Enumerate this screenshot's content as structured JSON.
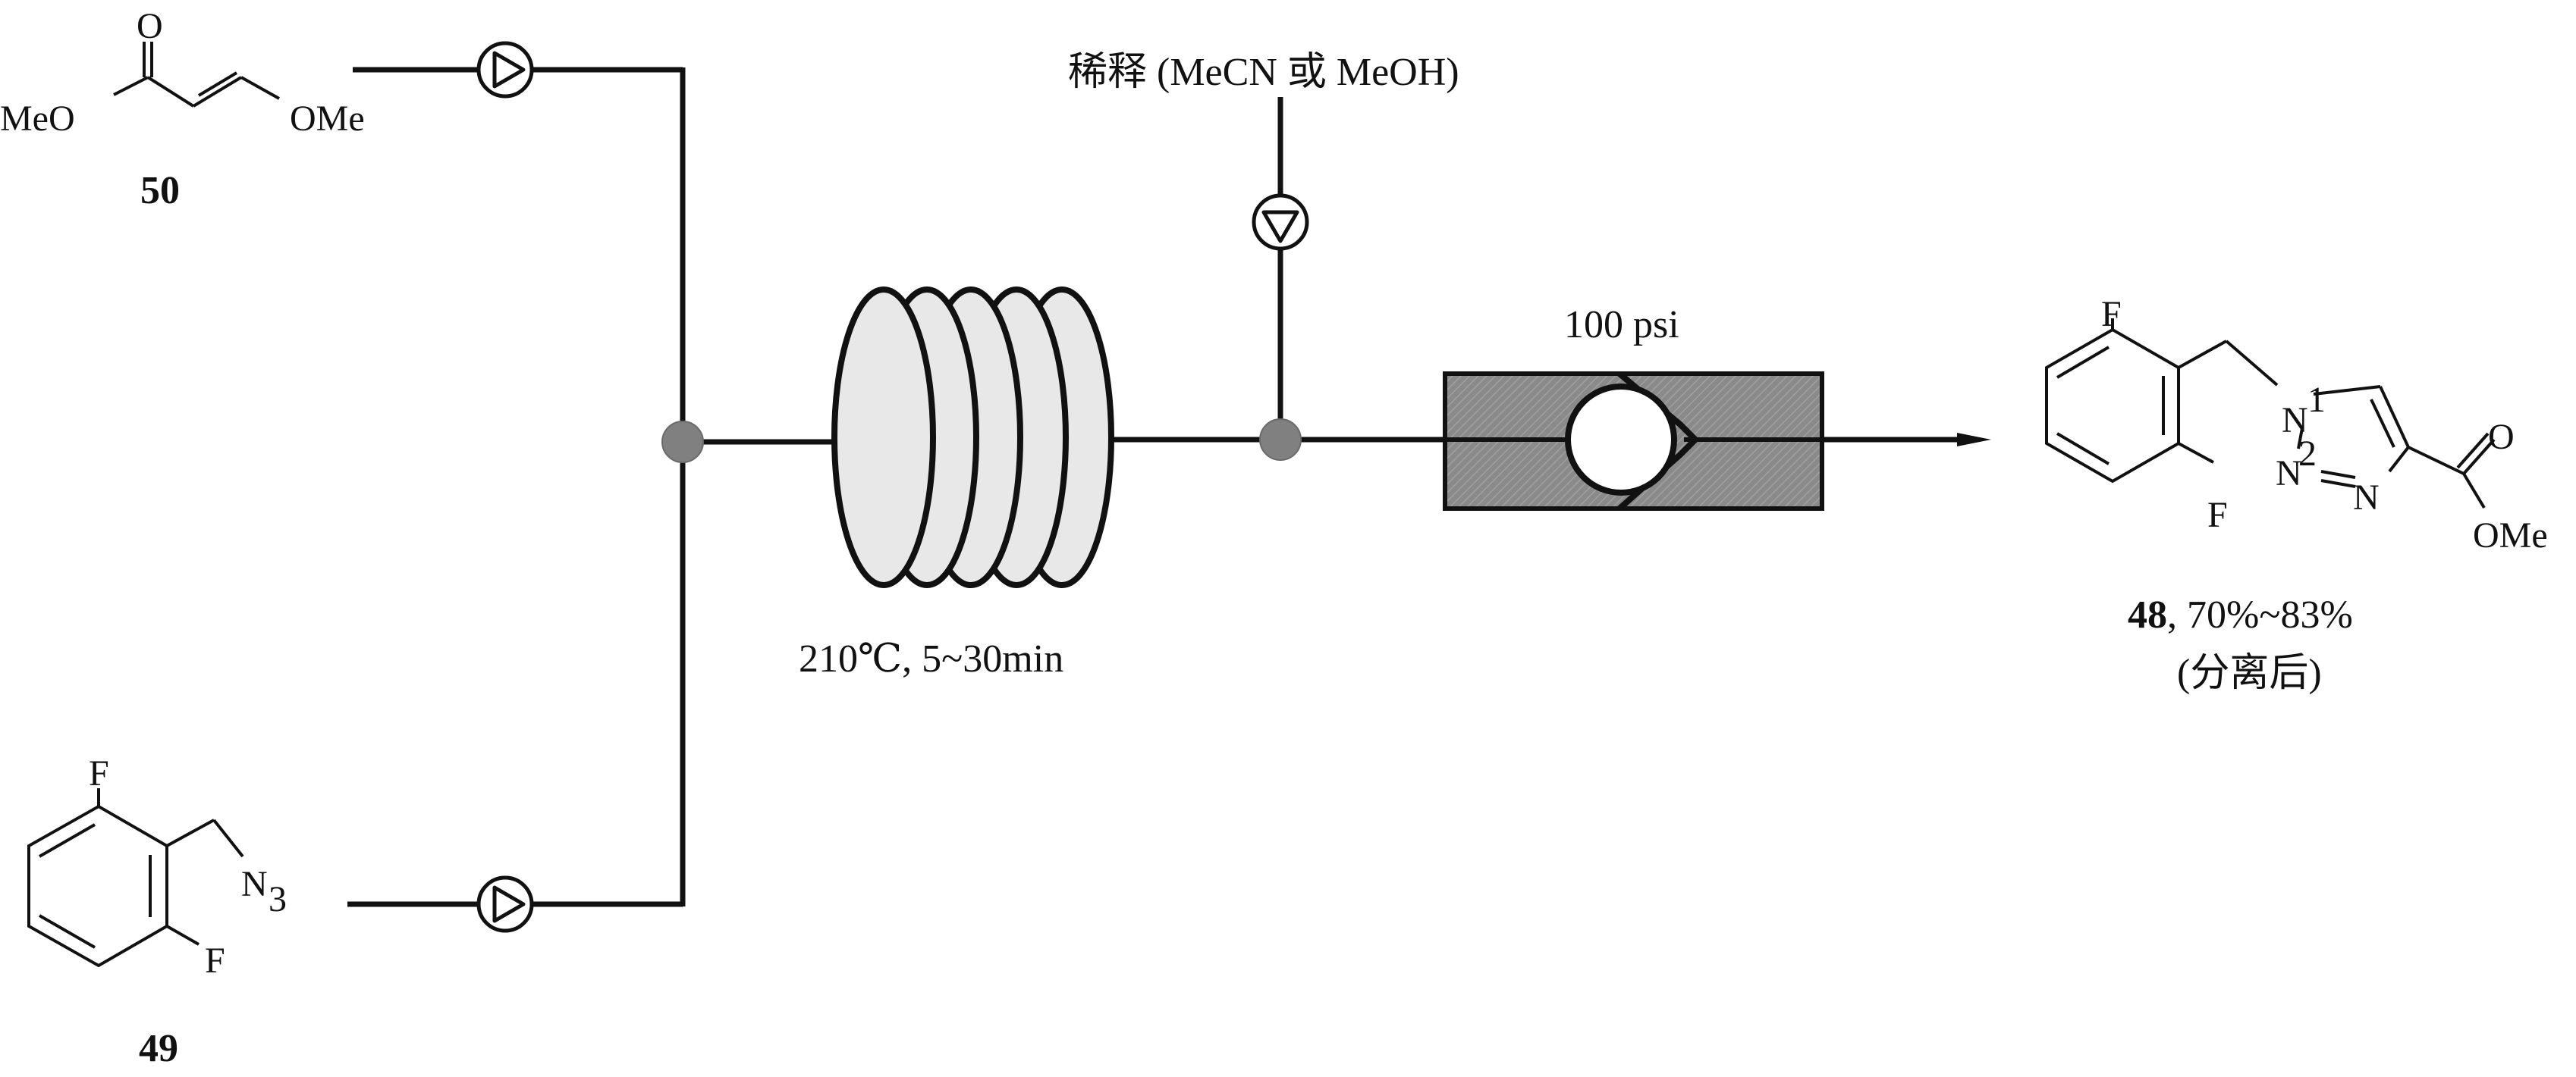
{
  "colors": {
    "line": "#111111",
    "coil_fill": "#e8e8e8",
    "regulator_fill": "#8a8a8a",
    "junction": "#808080"
  },
  "compound_50": {
    "o_atom": "O",
    "meo_left": "MeO",
    "ome_right": "OMe",
    "number": "50"
  },
  "compound_49": {
    "f_top": "F",
    "f_bottom": "F",
    "n": "N",
    "n_sub": "3",
    "number": "49"
  },
  "dilution_label": "稀释 (MeCN 或 MeOH)",
  "reactor_label": "210℃, 5~30min",
  "bpr_label": "100 psi",
  "product": {
    "f_top": "F",
    "f_bottom": "F",
    "n1": "N",
    "n1_num": "1",
    "n2": "N",
    "n3": "N",
    "n2_num": "2",
    "o_carbonyl": "O",
    "ome": "OMe",
    "number": "48",
    "yield": ", 70%~83%",
    "note": "(分离后)"
  },
  "icons": [
    "pump-icon",
    "coil-reactor-icon",
    "back-pressure-regulator-icon",
    "arrow-icon"
  ]
}
